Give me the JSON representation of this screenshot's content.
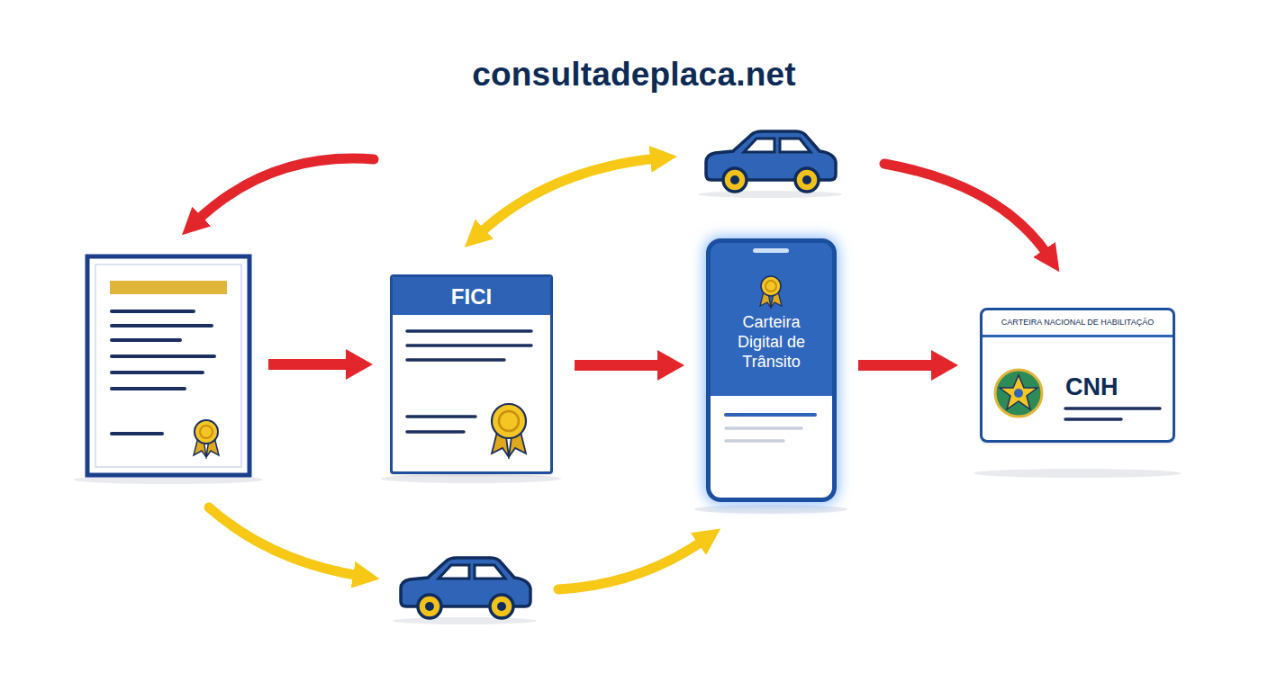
{
  "diagram": {
    "title": "consultadeplaca.net",
    "nodes": [
      {
        "text": [
          "FICI"
        ]
      },
      {
        "text": [
          "Carteira Digital de Trânsito"
        ]
      },
      {
        "text": [
          "CARTEIRA NACIONAL DE HABILITAÇÃO",
          "CNH"
        ]
      }
    ],
    "edges": [
      {
        "from": 0,
        "to": 1,
        "arrow": "to"
      },
      {
        "from": 1,
        "to": 2,
        "arrow": "to"
      }
    ]
  }
}
